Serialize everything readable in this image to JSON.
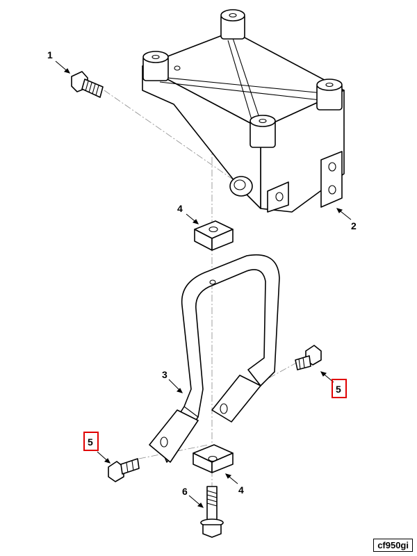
{
  "figure_id": "cf950gi",
  "callouts": [
    {
      "id": "callout-1",
      "text": "1",
      "highlighted": false
    },
    {
      "id": "callout-2",
      "text": "2",
      "highlighted": false
    },
    {
      "id": "callout-3",
      "text": "3",
      "highlighted": false
    },
    {
      "id": "callout-4a",
      "text": "4",
      "highlighted": false
    },
    {
      "id": "callout-4b",
      "text": "4",
      "highlighted": false
    },
    {
      "id": "callout-5a",
      "text": "5",
      "highlighted": true
    },
    {
      "id": "callout-5b",
      "text": "5",
      "highlighted": true
    },
    {
      "id": "callout-6",
      "text": "6",
      "highlighted": false
    }
  ],
  "colors": {
    "line": "#000000",
    "highlight": "#e00000",
    "background": "#ffffff"
  }
}
